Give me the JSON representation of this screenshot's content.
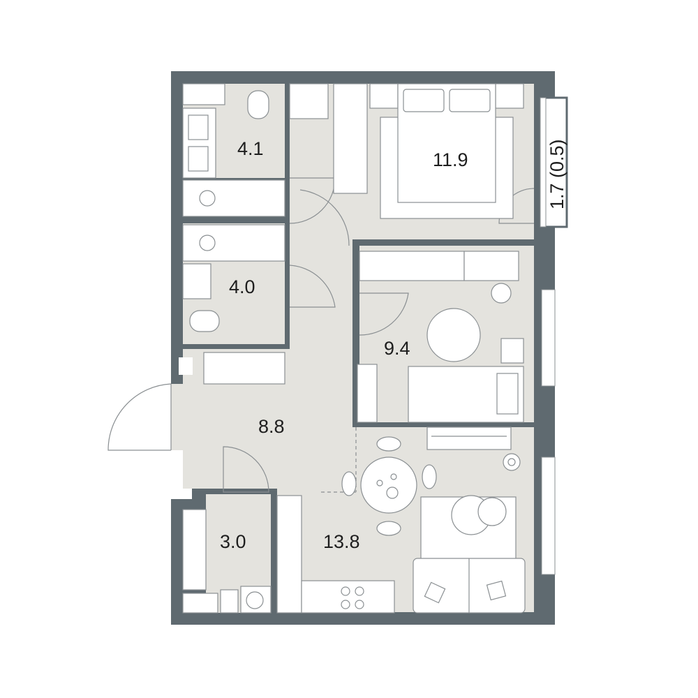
{
  "plan": {
    "rooms": [
      {
        "id": "bathroom-1",
        "area": "4.1"
      },
      {
        "id": "bathroom-2",
        "area": "4.0"
      },
      {
        "id": "bedroom-1",
        "area": "11.9"
      },
      {
        "id": "bedroom-2",
        "area": "9.4"
      },
      {
        "id": "hallway",
        "area": "8.8"
      },
      {
        "id": "storage",
        "area": "3.0"
      },
      {
        "id": "living-kitchen",
        "area": "13.8"
      }
    ],
    "balcony": {
      "area": "1.7 (0.5)"
    }
  },
  "colors": {
    "wall": "#5f6a70",
    "floor": "#e4e3de",
    "furniture": "#ffffff",
    "line": "#8a8f92"
  }
}
